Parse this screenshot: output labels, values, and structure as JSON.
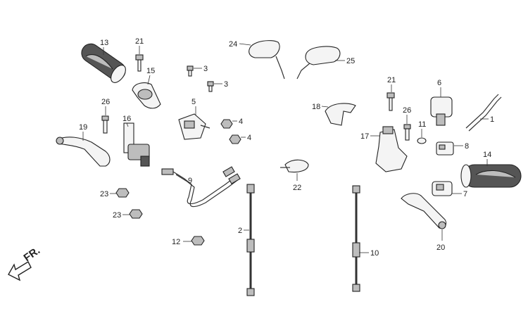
{
  "callouts": {
    "p1": "1",
    "p2": "2",
    "p3a": "3",
    "p3b": "3",
    "p4a": "4",
    "p4b": "4",
    "p5": "5",
    "p6": "6",
    "p7": "7",
    "p8": "8",
    "p9": "9",
    "p10": "10",
    "p11": "11",
    "p12": "12",
    "p13": "13",
    "p14": "14",
    "p15": "15",
    "p16": "16",
    "p17": "17",
    "p18": "18",
    "p19": "19",
    "p20": "20",
    "p21a": "21",
    "p21b": "21",
    "p22": "22",
    "p23a": "23",
    "p23b": "23",
    "p24": "24",
    "p25": "25",
    "p26a": "26",
    "p26b": "26"
  },
  "direction_marker": {
    "label": "FR."
  },
  "colors": {
    "line": "#222222",
    "grip_dark": "#555555",
    "grip_light": "#bdbdbd"
  }
}
